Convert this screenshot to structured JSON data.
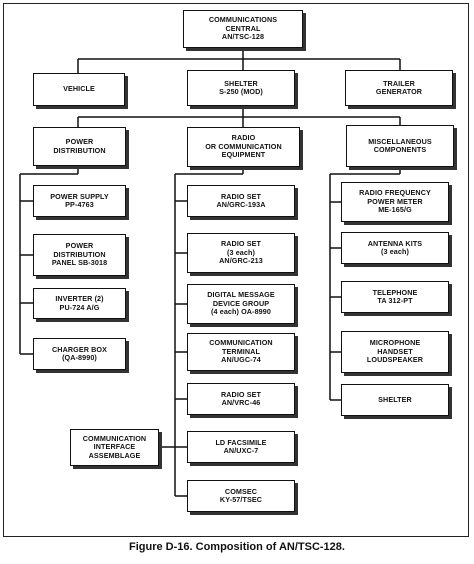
{
  "diagram": {
    "root": "COMMUNICATIONS\nCENTRAL\nAN/TSC-128",
    "vehicle": "VEHICLE",
    "shelter": "SHELTER\nS-250 (MOD)",
    "trailer": "TRAILER\nGENERATOR",
    "power_distribution": "POWER\nDISTRIBUTION",
    "radio_comm": "RADIO\nOR COMMUNICATION\nEQUIPMENT",
    "misc": "MISCELLANEOUS\nCOMPONENTS",
    "power_supply": "POWER SUPPLY\nPP-4763",
    "power_panel": "POWER\nDISTRIBUTION\nPANEL SB-3018",
    "inverter": "INVERTER (2)\nPU-724 A/G",
    "charger": "CHARGER BOX\n(QA-8990)",
    "radio_set_193": "RADIO SET\nAN/GRC-193A",
    "radio_set_213": "RADIO SET\n(3 each)\nAN/GRC-213",
    "dmdg": "DIGITAL MESSAGE\nDEVICE GROUP\n(4 each) OA-8990",
    "comm_terminal": "COMMUNICATION\nTERMINAL\nAN/UGC-74",
    "radio_set_vrc": "RADIO SET\nAN/VRC-46",
    "ld_facsimile": "LD FACSIMILE\nAN/UXC-7",
    "comsec": "COMSEC\nKY-57/TSEC",
    "interface": "COMMUNICATION\nINTERFACE\nASSEMBLAGE",
    "power_meter": "RADIO FREQUENCY\nPOWER METER\nME-165/G",
    "antenna_kits": "ANTENNA KITS\n(3 each)",
    "telephone": "TELEPHONE\nTA 312-PT",
    "microphone": "MICROPHONE\nHANDSET\nLOUDSPEAKER",
    "shelter_item": "SHELTER"
  },
  "caption": "Figure D-16. Composition of AN/TSC-128."
}
